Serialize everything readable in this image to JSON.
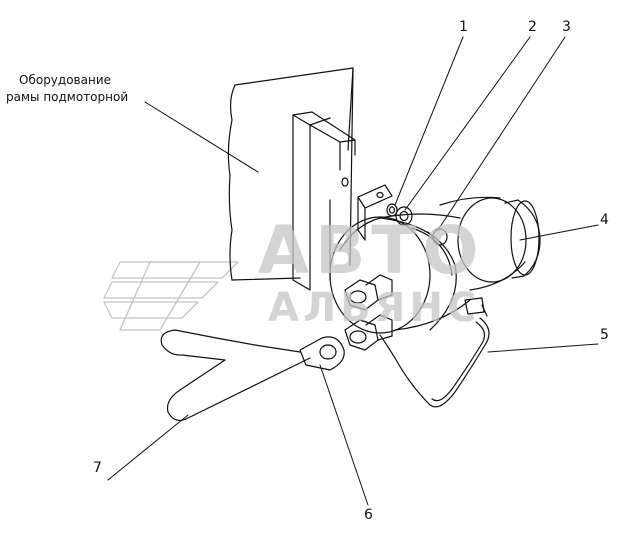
{
  "caption": {
    "line1": "Оборудование",
    "line2": "рамы подмоторной"
  },
  "callouts": [
    "1",
    "2",
    "3",
    "4",
    "5",
    "6",
    "7"
  ],
  "watermark": {
    "brand": "АВТО",
    "sub": "АЛЬЯНС"
  },
  "colors": {
    "ink": "#111111",
    "watermark": "#b8b8b8",
    "background": "#ffffff"
  }
}
